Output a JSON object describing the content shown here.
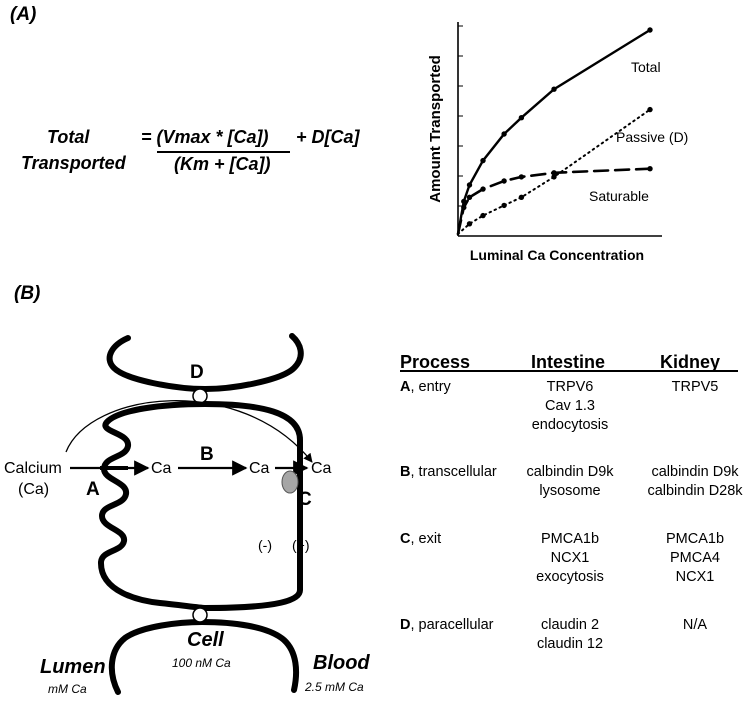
{
  "panel_a": {
    "label": "(A)",
    "equation": {
      "lhs_line1": "Total",
      "lhs_line2": "Transported",
      "numerator": "= (Vmax * [Ca])",
      "plus_term": "+ D[Ca]",
      "denominator": "(Km + [Ca])"
    }
  },
  "chart_data": {
    "type": "line",
    "xlabel": "Luminal Ca Concentration",
    "ylabel": "Amount Transported",
    "xlim": [
      0,
      10
    ],
    "ylim": [
      0,
      10
    ],
    "grid": false,
    "series": [
      {
        "name": "Total",
        "style": "solid",
        "x": [
          0,
          0.3,
          0.6,
          1.3,
          2.4,
          3.3,
          5.0,
          10.0
        ],
        "y": [
          0,
          1.6,
          2.4,
          3.6,
          4.9,
          5.7,
          7.1,
          10.0
        ]
      },
      {
        "name": "Passive (D)",
        "style": "dotted",
        "x": [
          0,
          0.6,
          1.3,
          2.4,
          3.3,
          5.0,
          10.0
        ],
        "y": [
          0,
          0.5,
          0.9,
          1.4,
          1.8,
          2.8,
          6.1
        ]
      },
      {
        "name": "Saturable",
        "style": "dashed",
        "x": [
          0,
          0.3,
          0.6,
          1.3,
          2.4,
          3.3,
          5.0,
          10.0
        ],
        "y": [
          0,
          1.3,
          1.8,
          2.2,
          2.6,
          2.8,
          3.0,
          3.2
        ]
      }
    ]
  },
  "panel_b": {
    "label": "(B)",
    "diagram": {
      "calcium_line1": "Calcium",
      "calcium_line2": "(Ca)",
      "marker_a": "A",
      "marker_b": "B",
      "marker_c": "C",
      "marker_d": "D",
      "ca_1": "Ca",
      "ca_2": "Ca",
      "ca_3": "Ca",
      "minus": "(-)",
      "plus": "(+)",
      "cell_title": "Cell",
      "cell_sub": "100 nM Ca",
      "lumen_title": "Lumen",
      "lumen_sub": "mM Ca",
      "blood_title": "Blood",
      "blood_sub": "2.5 mM Ca"
    },
    "table": {
      "headers": [
        "Process",
        "Intestine",
        "Kidney"
      ],
      "rows": [
        {
          "letter": "A",
          "process": ", entry",
          "intestine": [
            "TRPV6",
            "Cav 1.3",
            "endocytosis"
          ],
          "kidney": [
            "TRPV5"
          ]
        },
        {
          "letter": "B",
          "process": ", transcellular",
          "intestine": [
            "calbindin D9k",
            "lysosome"
          ],
          "kidney": [
            "calbindin D9k",
            "calbindin D28k"
          ]
        },
        {
          "letter": "C",
          "process": ", exit",
          "intestine": [
            "PMCA1b",
            "NCX1",
            "exocytosis"
          ],
          "kidney": [
            "PMCA1b",
            "PMCA4",
            "NCX1"
          ]
        },
        {
          "letter": "D",
          "process": ", paracellular",
          "intestine": [
            "claudin 2",
            "claudin 12"
          ],
          "kidney": [
            "N/A"
          ]
        }
      ]
    }
  }
}
